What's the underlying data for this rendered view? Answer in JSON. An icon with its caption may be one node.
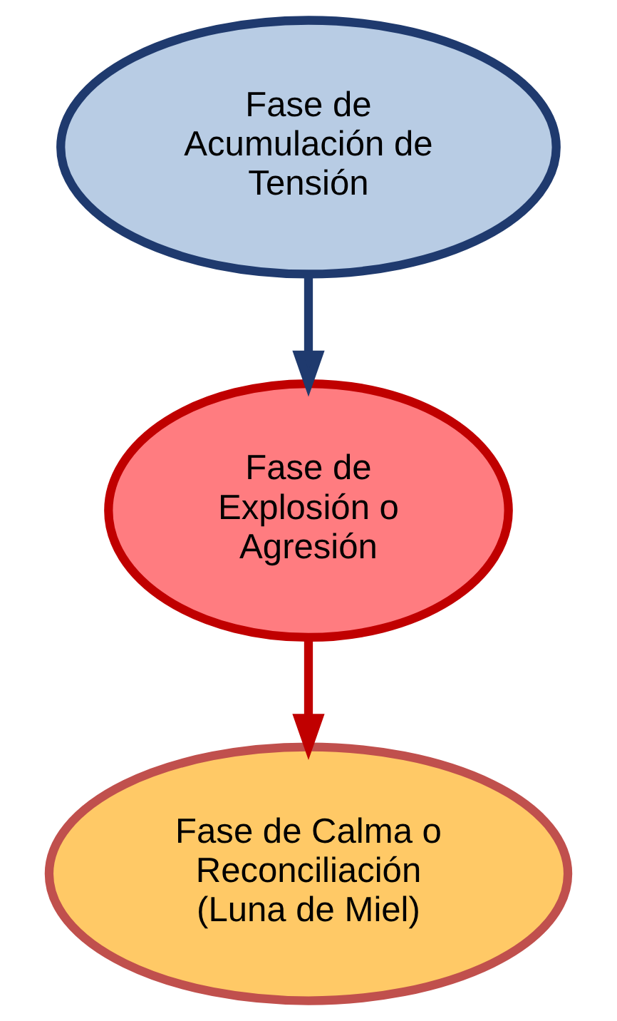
{
  "diagram": {
    "nodes": [
      {
        "text": [
          "Fase de Acumulación de Tensión"
        ]
      },
      {
        "text": [
          "Fase de Explosión o Agresión"
        ]
      },
      {
        "text": [
          "Fase de Calma o Reconciliación",
          "(Luna de Miel)"
        ]
      }
    ],
    "edges": [
      {
        "from": 0,
        "to": 1,
        "arrow": "to",
        "color": "#1f3a6e"
      },
      {
        "from": 1,
        "to": 2,
        "arrow": "to",
        "color": "#c00000"
      }
    ]
  }
}
